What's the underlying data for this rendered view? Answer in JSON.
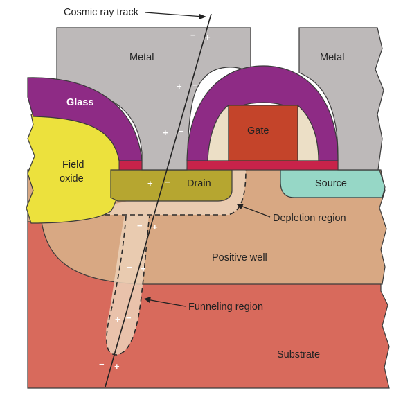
{
  "labels": {
    "cosmic_ray_track": "Cosmic ray track",
    "metal_left": "Metal",
    "metal_right": "Metal",
    "glass": "Glass",
    "gate": "Gate",
    "field_oxide_line1": "Field",
    "field_oxide_line2": "oxide",
    "drain": "Drain",
    "source": "Source",
    "depletion_region": "Depletion region",
    "positive_well": "Positive well",
    "funneling_region": "Funneling region",
    "substrate": "Substrate"
  },
  "charges": {
    "pairs": [
      {
        "minus": "−",
        "plus": "+"
      },
      {
        "minus": "−",
        "plus": "+"
      },
      {
        "minus": "−",
        "plus": "+"
      },
      {
        "minus": "−",
        "plus": "+"
      },
      {
        "minus": "−",
        "plus": "+"
      },
      {
        "minus": "−",
        "plus": "+"
      },
      {
        "minus": "−",
        "plus": "+"
      },
      {
        "minus": "−",
        "plus": "+"
      }
    ]
  },
  "colors": {
    "metal": "#bdb9b9",
    "glass": "#8e2b85",
    "gate": "#c4442a",
    "gate_spacer": "#ecdfc6",
    "gate_oxide": "#c8234a",
    "field_oxide": "#ece13d",
    "drain": "#b6a630",
    "source": "#96d7c6",
    "positive_well": "#d8a883",
    "substrate": "#d86a5c",
    "depletion": "#ecd1b8",
    "outline": "#3a3a3a"
  }
}
